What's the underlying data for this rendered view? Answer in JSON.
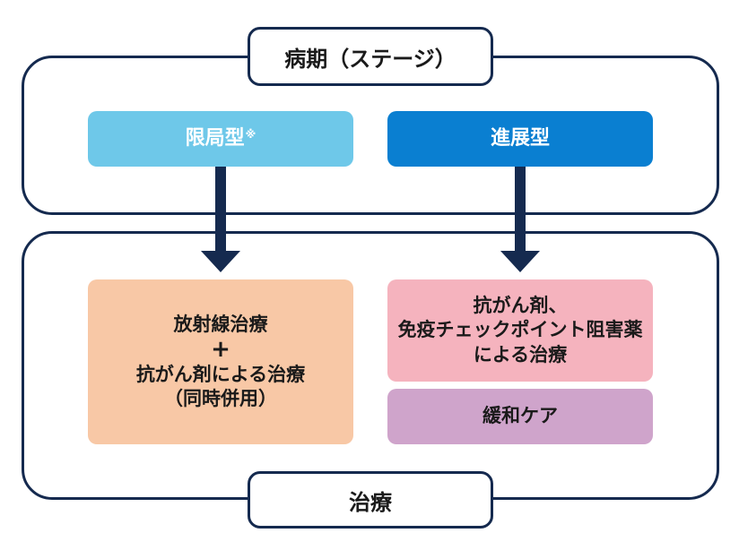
{
  "stage": {
    "title": "病期（ステージ）",
    "limited": {
      "label": "限局型",
      "note_mark": "※"
    },
    "extensive": {
      "label": "進展型"
    }
  },
  "treatment": {
    "title": "治療",
    "limited": {
      "lines": [
        "放射線治療",
        "+",
        "抗がん剤による治療",
        "（同時併用）"
      ]
    },
    "extensive": {
      "main_lines": [
        "抗がん剤、",
        "免疫チェックポイント阻害薬",
        "による治療"
      ],
      "palliative": "緩和ケア"
    }
  },
  "colors": {
    "frame": "#152a4f",
    "limited": "#6ec8e9",
    "extensive": "#0a7fd1",
    "treat_limited": "#f8c8a6",
    "treat_ext_main": "#f5b3be",
    "treat_ext_palliative": "#cfa4cb"
  }
}
